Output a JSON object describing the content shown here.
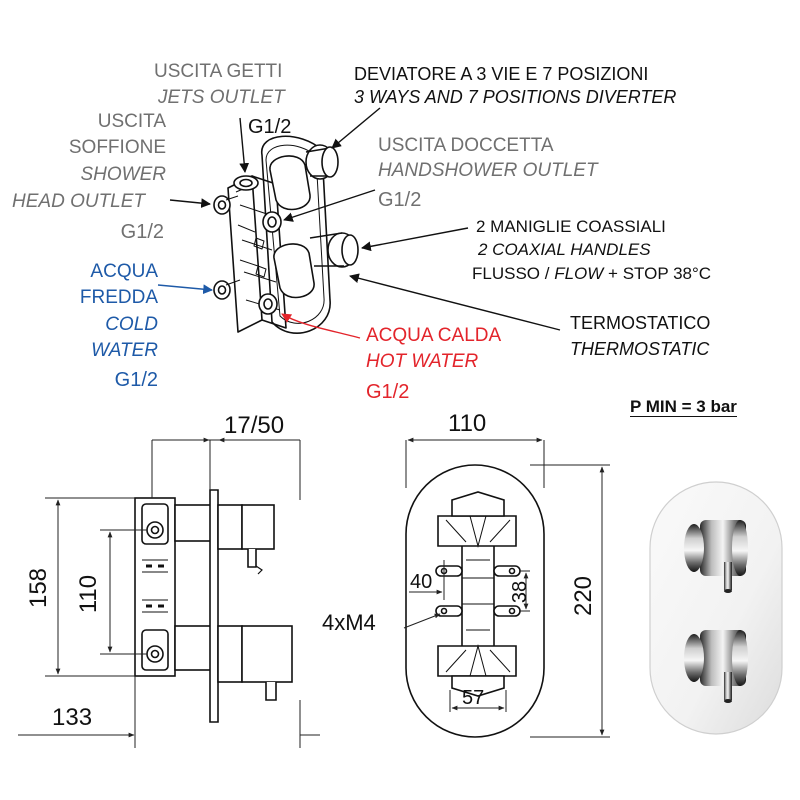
{
  "callouts": {
    "jets_outlet": {
      "it": "USCITA GETTI",
      "en": "JETS OUTLET",
      "size": "G1/2"
    },
    "shower_head_outlet": {
      "it1": "USCITA",
      "it2": "SOFFIONE",
      "en1": "SHOWER",
      "en2": "HEAD OUTLET",
      "size": "G1/2"
    },
    "cold_water": {
      "it1": "ACQUA",
      "it2": "FREDDA",
      "en1": "COLD",
      "en2": "WATER",
      "size": "G1/2"
    },
    "diverter": {
      "it": "DEVIATORE A 3 VIE E 7 POSIZIONI",
      "en": "3 WAYS AND 7 POSITIONS DIVERTER"
    },
    "handshower_outlet": {
      "it": "USCITA DOCCETTA",
      "en": "HANDSHOWER OUTLET",
      "size": "G1/2"
    },
    "handles": {
      "it": "2 MANIGLIE COASSIALI",
      "en": "2 COAXIAL HANDLES",
      "flow_it": "FLUSSO /",
      "flow_en": "FLOW",
      "flow_rest": "+ STOP 38°C"
    },
    "thermostatic": {
      "it": "TERMOSTATICO",
      "en": "THERMOSTATIC"
    },
    "hot_water": {
      "it": "ACQUA CALDA",
      "en": "HOT WATER",
      "size": "G1/2"
    }
  },
  "pressure_note": "P MIN = 3 bar",
  "dimensions": {
    "depth_range": "17/50",
    "height_total": "158",
    "height_inner": "110",
    "body_depth": "133",
    "plate_width": "110",
    "plate_height": "220",
    "hole_spacing_h": "40",
    "hole_spacing_v": "38",
    "screws": "4xM4",
    "bottom_width": "57"
  },
  "colors": {
    "text": "#111111",
    "grey": "#707070",
    "blue": "#1e5aa8",
    "red": "#e3242b"
  }
}
